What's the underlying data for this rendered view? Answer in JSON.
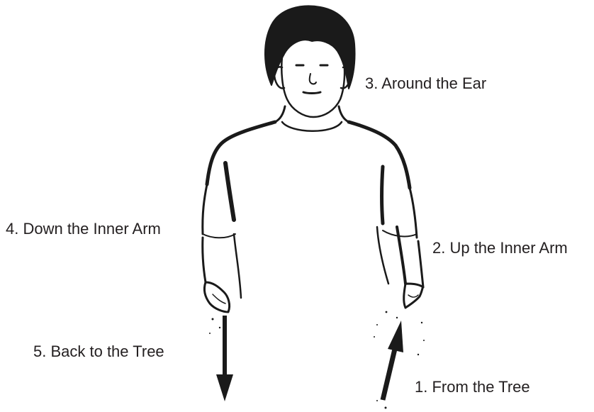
{
  "diagram": {
    "labels": {
      "step1": "1. From the Tree",
      "step2": "2. Up the Inner Arm",
      "step3": "3. Around the Ear",
      "step4": "4. Down the Inner Arm",
      "step5": "5. Back to the Tree"
    },
    "colors": {
      "ink": "#1a1a1a",
      "text": "#231f20",
      "background": "#ffffff"
    },
    "icons": {
      "figure": "standing-person-illustration",
      "up_arrow": "arrow-up-icon",
      "down_arrow": "arrow-down-icon"
    }
  }
}
